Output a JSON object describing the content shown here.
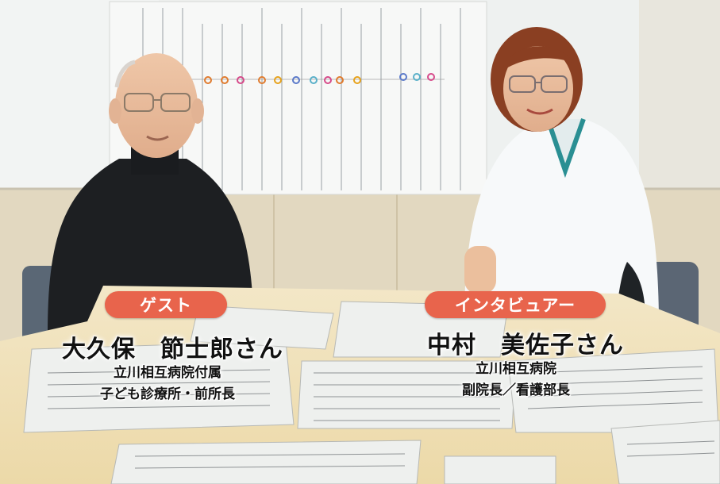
{
  "guest": {
    "role_label": "ゲスト",
    "name": "大久保　節士郎さん",
    "affiliation_line1": "立川相互病院付属",
    "affiliation_line2": "子ども診療所・前所長"
  },
  "interviewer": {
    "role_label": "インタビュアー",
    "name": "中村　美佐子さん",
    "affiliation_line1": "立川相互病院",
    "affiliation_line2": "副院長／看護部長"
  },
  "colors": {
    "label_pill": "#e8644c",
    "label_text": "#ffffff",
    "caption_text": "#111111"
  }
}
